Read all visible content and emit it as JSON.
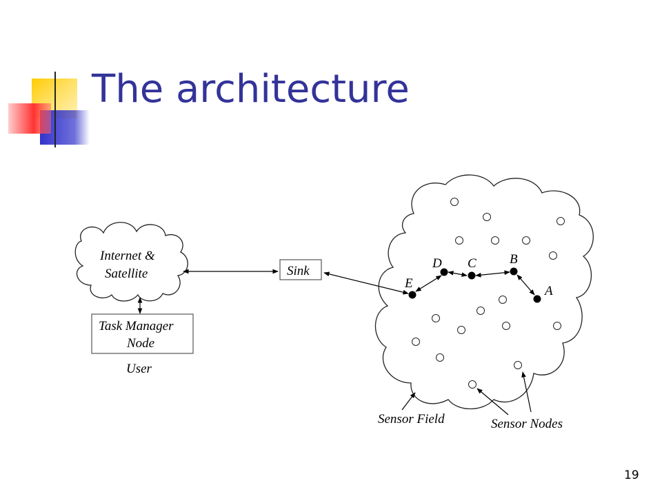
{
  "slide": {
    "title": "The architecture",
    "page_number": "19"
  },
  "diagram": {
    "internet_label_line1": "Internet &",
    "internet_label_line2": "Satellite",
    "task_manager_line1": "Task Manager",
    "task_manager_line2": "Node",
    "user_label": "User",
    "sink_label": "Sink",
    "sensor_field_label": "Sensor Field",
    "sensor_nodes_label": "Sensor Nodes",
    "path_nodes": [
      {
        "label": "E"
      },
      {
        "label": "D"
      },
      {
        "label": "C"
      },
      {
        "label": "B"
      },
      {
        "label": "A"
      }
    ]
  },
  "colors": {
    "title": "#333399",
    "deco_yellow": "#ffcc00",
    "deco_blue": "#3333cc",
    "deco_red": "#ff3333"
  }
}
